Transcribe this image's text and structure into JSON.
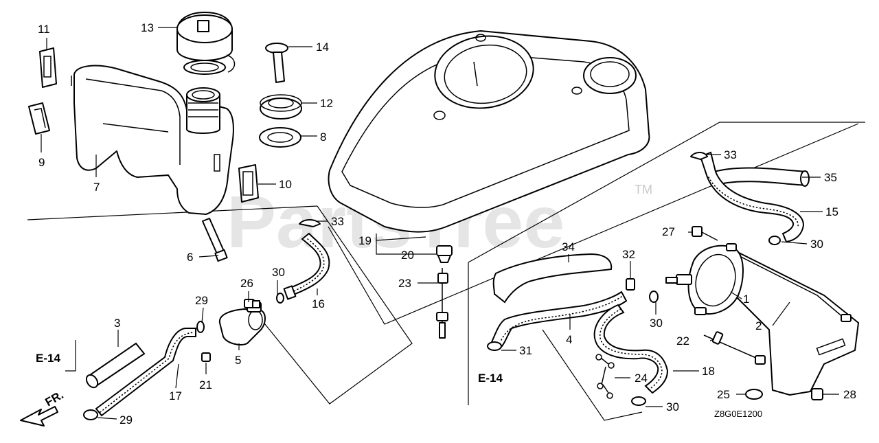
{
  "diagram": {
    "watermark": "PartsTree",
    "trademark": "TM",
    "diagram_code": "Z8G0E1200",
    "section_refs": [
      {
        "id": "ref-top",
        "label": "E-14"
      },
      {
        "id": "ref-mid",
        "label": "E-14"
      }
    ],
    "direction_label": "FR.",
    "callouts": {
      "c1": "1",
      "c2": "2",
      "c3": "3",
      "c4": "4",
      "c5": "5",
      "c6": "6",
      "c7": "7",
      "c8": "8",
      "c9": "9",
      "c10": "10",
      "c11": "11",
      "c12": "12",
      "c13": "13",
      "c14": "14",
      "c15": "15",
      "c16": "16",
      "c17": "17",
      "c18": "18",
      "c19": "19",
      "c20": "20",
      "c21": "21",
      "c22": "22",
      "c23": "23",
      "c24": "24",
      "c25": "25",
      "c26": "26",
      "c27": "27",
      "c28": "28",
      "c29a": "29",
      "c29b": "29",
      "c30a": "30",
      "c30b": "30",
      "c30c": "30",
      "c30d": "30",
      "c31": "31",
      "c32": "32",
      "c33a": "33",
      "c33b": "33",
      "c34": "34",
      "c35": "35"
    }
  }
}
